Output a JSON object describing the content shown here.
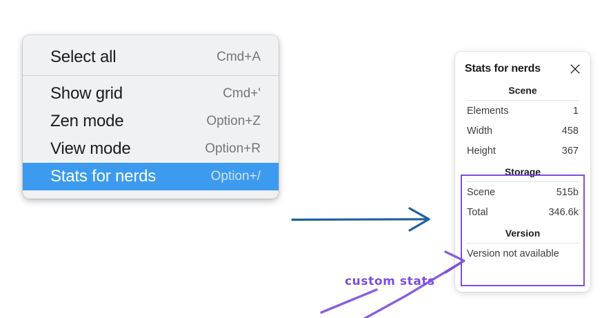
{
  "context_menu": {
    "name": "context-menu",
    "groups": [
      {
        "items": [
          {
            "label": "Select all",
            "shortcut": "Cmd+A",
            "selected": false
          }
        ]
      },
      {
        "items": [
          {
            "label": "Show grid",
            "shortcut": "Cmd+'",
            "selected": false
          },
          {
            "label": "Zen mode",
            "shortcut": "Option+Z",
            "selected": false
          },
          {
            "label": "View mode",
            "shortcut": "Option+R",
            "selected": false
          },
          {
            "label": "Stats for nerds",
            "shortcut": "Option+/",
            "selected": true
          }
        ]
      }
    ],
    "highlight_color": "#3c9bee",
    "background_color": "#f0f1f3"
  },
  "stats_panel": {
    "title": "Stats for nerds",
    "close_icon": "close-icon",
    "sections": [
      {
        "heading": "Scene",
        "rows": [
          {
            "key": "Elements",
            "value": "1"
          },
          {
            "key": "Width",
            "value": "458"
          },
          {
            "key": "Height",
            "value": "367"
          }
        ]
      },
      {
        "heading": "Storage",
        "rows": [
          {
            "key": "Scene",
            "value": "515b"
          },
          {
            "key": "Total",
            "value": "346.6k"
          }
        ]
      },
      {
        "heading": "Version",
        "plain_rows": [
          "Version not available"
        ]
      }
    ],
    "highlight_box_color": "#7c4dde"
  },
  "annotations": {
    "flow_arrow": {
      "name": "flow-arrow",
      "color": "#1f5fa0"
    },
    "callout": {
      "text": "custom stats",
      "color": "#7c4dde",
      "target": "custom-stats-box"
    }
  }
}
